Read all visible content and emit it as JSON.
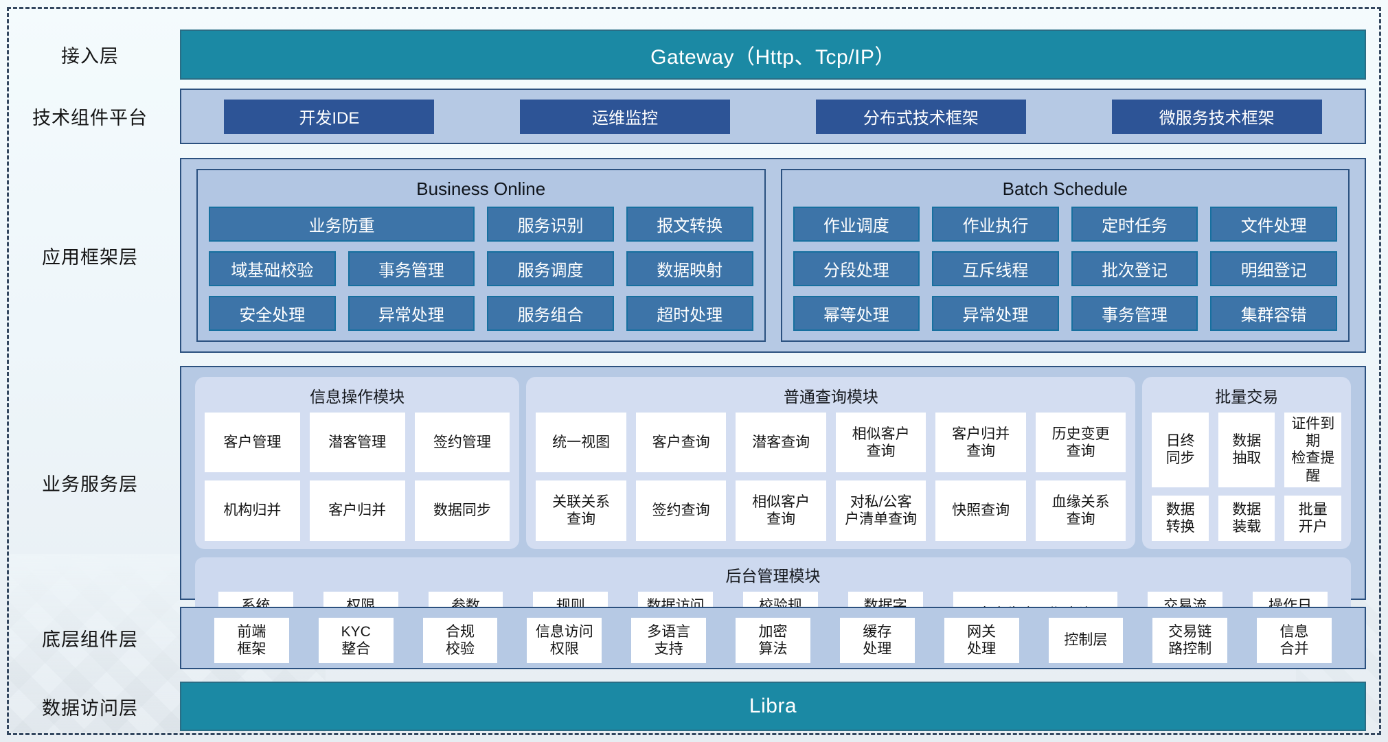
{
  "colors": {
    "teal": "#1b89a4",
    "dark_blue": "#2d5496",
    "steel_blue": "#3d74a8",
    "steel_border": "#17709f",
    "container": "#b6c9e4",
    "container_border": "#2c517f",
    "panel": "#d3ddf1",
    "admin_panel": "#cdd9ef"
  },
  "access_layer": {
    "label": "接入层",
    "gateway": "Gateway（Http、Tcp/IP）"
  },
  "tech_layer": {
    "label": "技术组件平台",
    "items": [
      "开发IDE",
      "运维监控",
      "分布式技术框架",
      "微服务技术框架"
    ]
  },
  "framework_layer": {
    "label": "应用框架层",
    "business_online": {
      "title": "Business Online",
      "row1": [
        "业务防重",
        "服务识别",
        "报文转换"
      ],
      "row2": [
        "域基础校验",
        "事务管理",
        "服务调度",
        "数据映射"
      ],
      "row3": [
        "安全处理",
        "异常处理",
        "服务组合",
        "超时处理"
      ]
    },
    "batch_schedule": {
      "title": "Batch Schedule",
      "row1": [
        "作业调度",
        "作业执行",
        "定时任务",
        "文件处理"
      ],
      "row2": [
        "分段处理",
        "互斥线程",
        "批次登记",
        "明细登记"
      ],
      "row3": [
        "幂等处理",
        "异常处理",
        "事务管理",
        "集群容错"
      ]
    }
  },
  "service_layer": {
    "label": "业务服务层",
    "info_module": {
      "title": "信息操作模块",
      "row1": [
        "客户管理",
        "潜客管理",
        "签约管理"
      ],
      "row2": [
        "机构归并",
        "客户归并",
        "数据同步"
      ]
    },
    "query_module": {
      "title": "普通查询模块",
      "row1": [
        "统一视图",
        "客户查询",
        "潜客查询",
        "相似客户\n查询",
        "客户归并\n查询",
        "历史变更\n查询"
      ],
      "row2": [
        "关联关系\n查询",
        "签约查询",
        "相似客户\n查询",
        "对私/公客\n户清单查询",
        "快照查询",
        "血缘关系\n查询"
      ]
    },
    "batch_module": {
      "title": "批量交易",
      "row1": [
        "日终\n同步",
        "数据\n抽取",
        "证件到期\n检查提醒"
      ],
      "row2": [
        "数据\n转换",
        "数据\n装载",
        "批量\n开户"
      ]
    },
    "admin_module": {
      "title": "后台管理模块",
      "items": [
        "系统\n管理",
        "权限\n管理",
        "参数\n管理",
        "规则\n配置",
        "数据访问\n控制",
        "校验规\n则管理",
        "数据字\n典管理",
        "客户生命周期查询",
        "交易流\n水查询",
        "操作日\n志查询"
      ]
    }
  },
  "base_layer": {
    "label": "底层组件层",
    "items": [
      "前端\n框架",
      "KYC\n整合",
      "合规\n校验",
      "信息访问\n权限",
      "多语言\n支持",
      "加密\n算法",
      "缓存\n处理",
      "网关\n处理",
      "控制层",
      "交易链\n路控制",
      "信息\n合并"
    ]
  },
  "data_layer": {
    "label": "数据访问层",
    "bar": "Libra"
  }
}
